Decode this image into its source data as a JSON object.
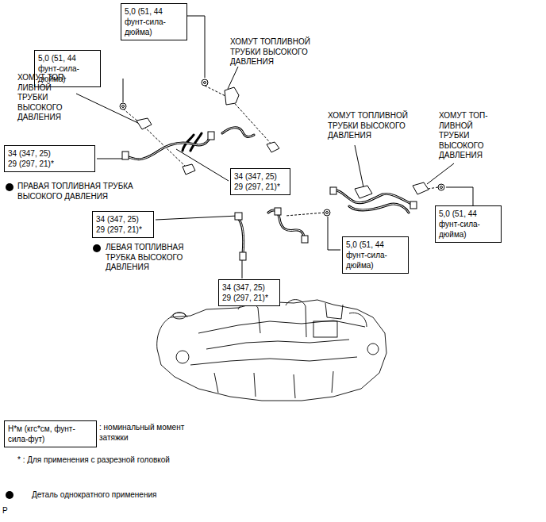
{
  "diagram": {
    "nodes": [
      {
        "text": [
          "5,0 (51, 44 фунт-сила-дюйма)"
        ]
      },
      {
        "text": [
          "5,0 (51, 44 фунт-сила-дюйма)"
        ]
      },
      {
        "text": [
          "34 (347, 25)",
          "29 (297, 21)*"
        ]
      },
      {
        "text": [
          "34 (347, 25)",
          "29 (297, 21)*"
        ]
      },
      {
        "text": [
          "5,0 (51, 44 фунт-сила-дюйма)"
        ]
      },
      {
        "text": [
          "34 (347, 25)",
          "29 (297, 21)*"
        ]
      },
      {
        "text": [
          "5,0 (51, 44 фунт-сила-дюйма)"
        ]
      },
      {
        "text": [
          "34 (347, 25)",
          "29 (297, 21)*"
        ]
      },
      {
        "text": [
          "Н*м (кгс*см, фунт-сила-фут)"
        ]
      }
    ],
    "labels": [
      "ХОМУТ ТОПЛИВНОЙ ТРУБКИ ВЫСОКОГО ДАВЛЕНИЯ",
      "ХОМУТ ТОП-ЛИВНОЙ ТРУБКИ ВЫСОКОГО ДАВЛЕНИЯ",
      "ХОМУТ ТОПЛИВНОЙ ТРУБКИ ВЫСОКОГО ДАВЛЕНИЯ",
      "ХОМУТ ТОП-ЛИВНОЙ ТРУБКИ ВЫСОКОГО ДАВЛЕНИЯ",
      "ПРАВАЯ ТОПЛИВНАЯ ТРУБКА ВЫСОКОГО ДАВЛЕНИЯ",
      "ЛЕВАЯ ТОПЛИВНАЯ ТРУБКА ВЫСОКОГО ДАВЛЕНИЯ",
      "* : Для применения с разрезной головкой",
      "P"
    ],
    "legend": [
      {
        "text": ": номинальный момент затяжки"
      },
      {
        "text": "Деталь однократного применения"
      }
    ]
  }
}
